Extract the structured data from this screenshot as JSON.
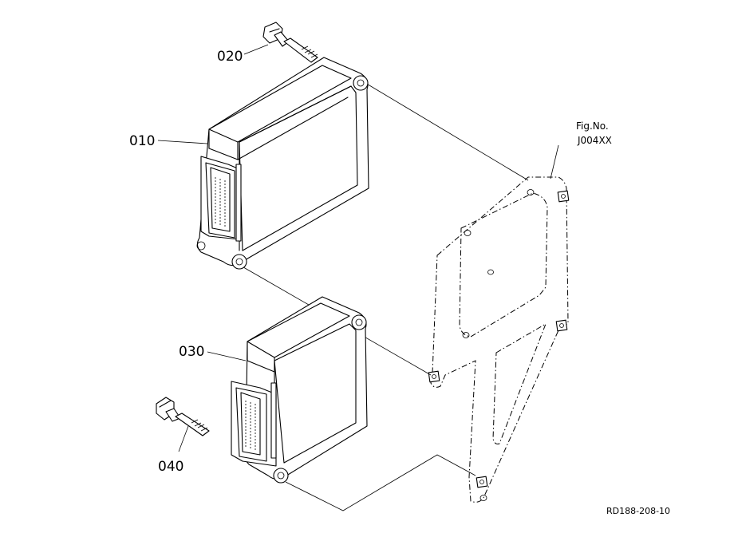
{
  "figure": {
    "fig_no_label": "Fig.No.",
    "fig_no_value": "J004XX",
    "reference": "RD188-208-10"
  },
  "callouts": [
    {
      "id": "010"
    },
    {
      "id": "020"
    },
    {
      "id": "030"
    },
    {
      "id": "040"
    }
  ]
}
